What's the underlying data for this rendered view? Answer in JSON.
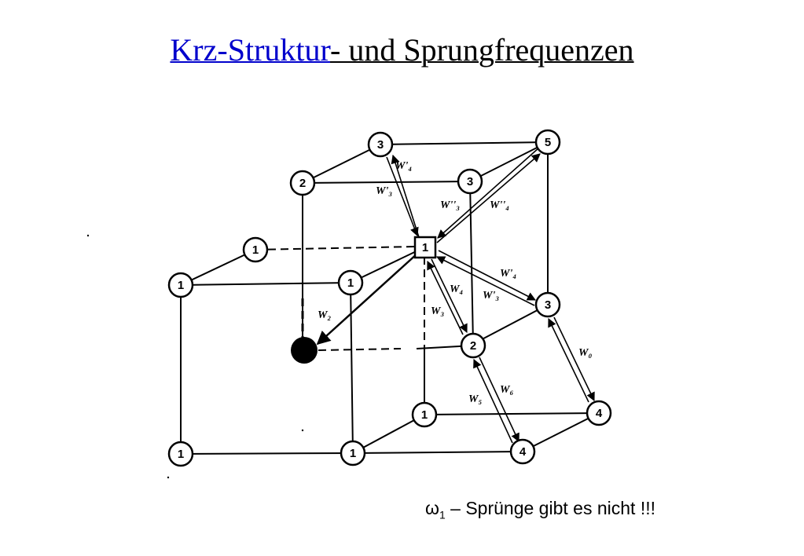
{
  "title": {
    "link_text": "Krz-Struktur",
    "rest_text": "- und Sprungfrequenzen",
    "link_color": "#0000cc"
  },
  "diagram": {
    "nodes": [
      {
        "id": "n3a",
        "label": "3"
      },
      {
        "id": "n5",
        "label": "5"
      },
      {
        "id": "n2a",
        "label": "2"
      },
      {
        "id": "n3b",
        "label": "3"
      },
      {
        "id": "n1sq",
        "label": "1"
      },
      {
        "id": "n1a",
        "label": "1"
      },
      {
        "id": "n1b",
        "label": "1"
      },
      {
        "id": "n1c",
        "label": "1"
      },
      {
        "id": "n3c",
        "label": "3"
      },
      {
        "id": "n2b",
        "label": "2"
      },
      {
        "id": "n1d",
        "label": "1"
      },
      {
        "id": "n4a",
        "label": "4"
      },
      {
        "id": "n1e",
        "label": "1"
      },
      {
        "id": "n1f",
        "label": "1"
      },
      {
        "id": "n4b",
        "label": "4"
      }
    ],
    "arrow_labels": {
      "w4p_top": "W'₄",
      "w3p_top": "W'₃",
      "w3pp": "W''₃",
      "w4pp": "W''₄",
      "w2": "W₂",
      "w4": "W₄",
      "w3": "W₃",
      "w4p_right": "W'₄",
      "w3p_right": "W'₃",
      "w0": "W₀",
      "w5": "W₅",
      "w6": "W₆"
    }
  },
  "note": {
    "omega": "ω",
    "subscript": "1",
    "text": " – Sprünge gibt es nicht !!!"
  }
}
